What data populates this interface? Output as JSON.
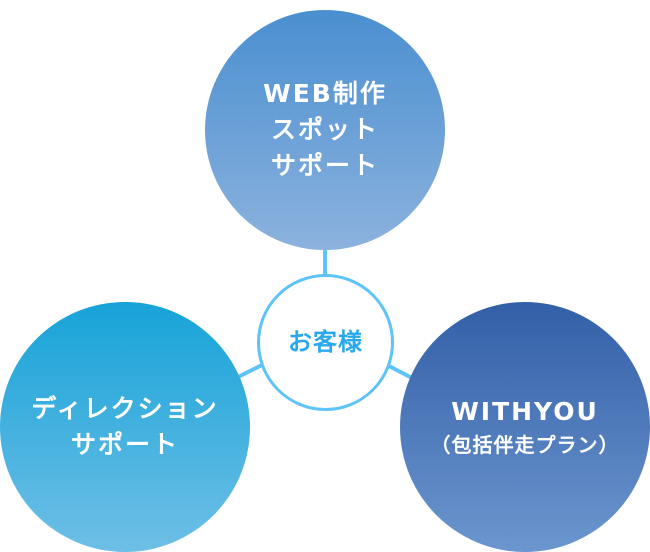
{
  "nodes": {
    "top": {
      "lines": [
        "WEB制作",
        "スポット",
        "サポート"
      ]
    },
    "left": {
      "lines": [
        "ディレクション",
        "サポート"
      ]
    },
    "right": {
      "lines": [
        "WITHYOU",
        "（包括伴走プラン）"
      ]
    },
    "center": {
      "label": "お客様"
    }
  },
  "colors": {
    "connector": "#5ec4f8",
    "center_text": "#29a9ec"
  }
}
